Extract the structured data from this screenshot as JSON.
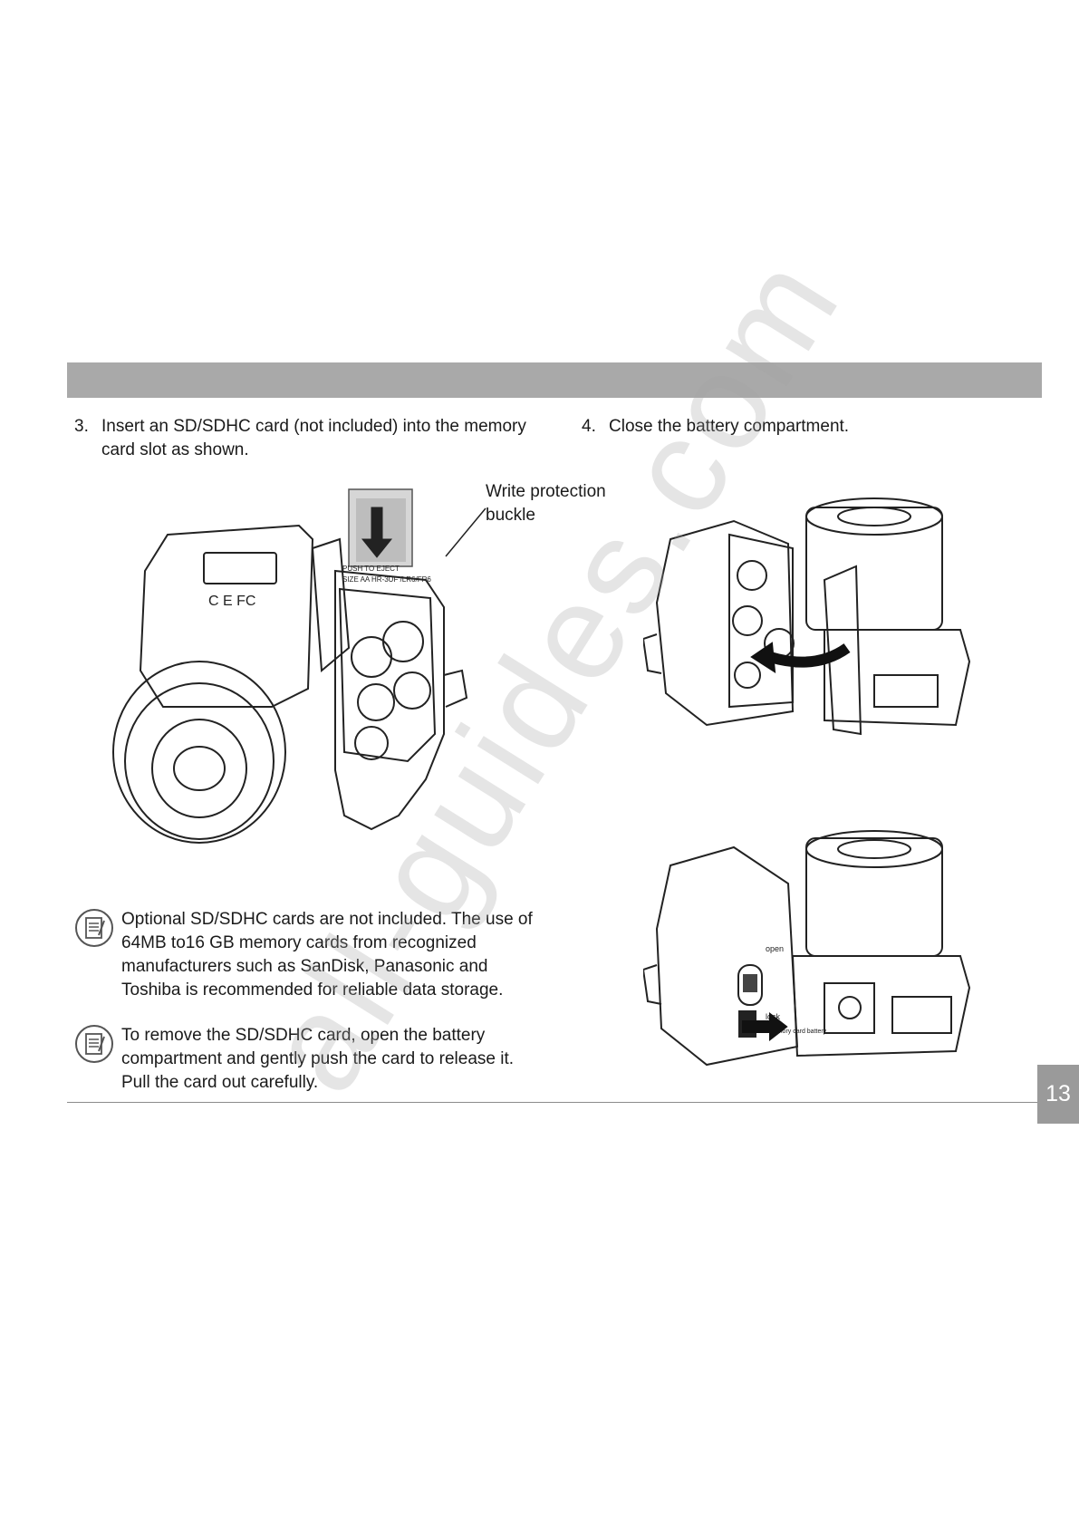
{
  "steps": [
    {
      "number": "3.",
      "text": "Insert an SD/SDHC card (not included) into the memory card slot as shown."
    },
    {
      "number": "4.",
      "text": "Close the battery compartment."
    }
  ],
  "callout": {
    "label": "Write protection buckle"
  },
  "camera_labels": {
    "push_to_eject": "PUSH TO EJECT",
    "size_aa": "SIZE AA HR-3UF /LR6/FR6",
    "open": "open",
    "lock": "lock",
    "memory_card_battery": "memory card battery"
  },
  "notes": [
    {
      "icon": "note-icon",
      "text": "Optional SD/SDHC cards are not included. The use of 64MB to16 GB memory cards from recognized manufacturers such as SanDisk, Panasonic and Toshiba is recommended for reliable data storage."
    },
    {
      "icon": "note-icon",
      "text": "To remove the SD/SDHC card, open the battery compartment and gently push the card to release it. Pull the card out carefully."
    }
  ],
  "page_number": "13",
  "watermark": "all-guides.com"
}
